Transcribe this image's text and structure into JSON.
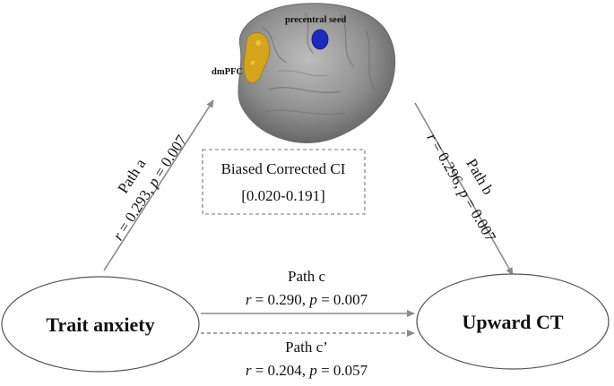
{
  "nodes": {
    "left": {
      "label": "Trait anxiety"
    },
    "right": {
      "label": "Upward CT"
    }
  },
  "brain": {
    "seed_label": "precentral seed",
    "region_label": "dmPFC",
    "colors": {
      "seed": "#1a2bbf",
      "region": "#d4a51c",
      "brain": "#8f8f8f"
    }
  },
  "ci_box": {
    "line1": "Biased Corrected CI",
    "line2": "[0.020-0.191]"
  },
  "paths": {
    "a": {
      "title": "Path a",
      "r_sym": "r",
      "r_val": " = 0.293, ",
      "p_sym": "p",
      "p_val": " = 0.007"
    },
    "b": {
      "title": "Path b",
      "r_sym": "r",
      "r_val": " = 0.296, ",
      "p_sym": "p",
      "p_val": " = 0.007"
    },
    "c": {
      "title": "Path c",
      "r_sym": "r",
      "r_val": " = 0.290, ",
      "p_sym": "p",
      "p_val": " = 0.007"
    },
    "c_prime": {
      "title": "Path c’",
      "r_sym": "r",
      "r_val": " = 0.204, ",
      "p_sym": "p",
      "p_val": " = 0.057"
    }
  }
}
